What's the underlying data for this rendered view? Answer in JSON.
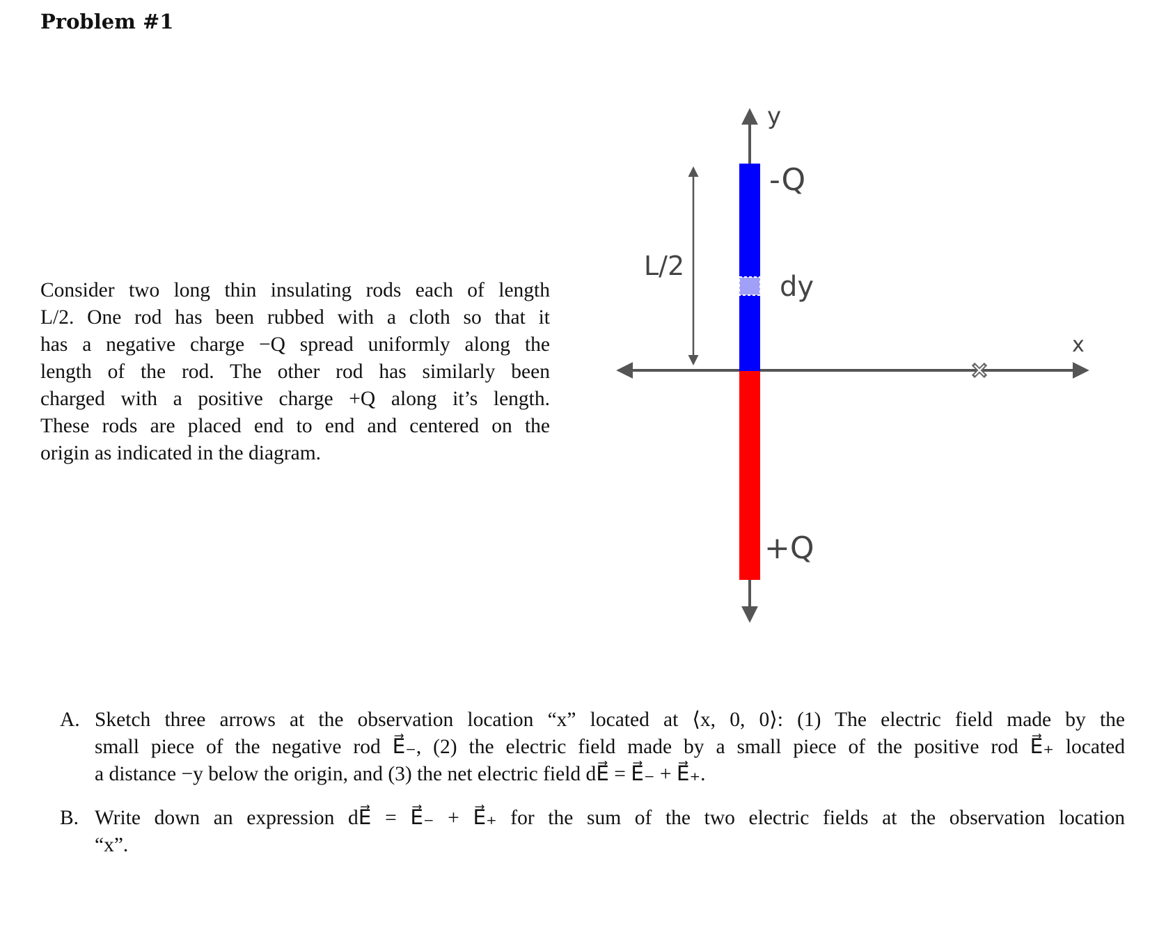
{
  "title": "Problem #1",
  "intro": {
    "lines": [
      "Consider two long thin insulating rods each of length",
      "L/2. One rod has been rubbed with a cloth so that it",
      "has a negative charge −Q spread uniformly along the",
      "length of the rod.  The other rod has similarly been",
      "charged with a positive charge +Q along it’s length.",
      "These rods are placed end to end and centered on the",
      "origin as indicated in the diagram."
    ]
  },
  "diagram": {
    "y_axis_label": "y",
    "x_axis_label": "x",
    "neg_rod_label": "-Q",
    "pos_rod_label": "+Q",
    "length_label": "L/2",
    "element_label": "dy",
    "neg_rod_color": "#0000ff",
    "pos_rod_color": "#ff0000",
    "element_color": "#a0a0f8",
    "axis_color": "#555555",
    "observation_marker": "x-mark-icon"
  },
  "questions": [
    {
      "marker": "A.",
      "lines": [
        "Sketch three arrows at the observation location “x” located at ⟨x, 0, 0⟩: (1) The electric field made by the",
        "small piece of the negative rod E⃗₋, (2) the electric field made by a small piece of the positive rod E⃗₊ located",
        "a distance −y below the origin, and (3) the net electric field dE⃗ = E⃗₋ + E⃗₊."
      ]
    },
    {
      "marker": "B.",
      "lines": [
        "Write down an expression dE⃗ = E⃗₋ + E⃗₊ for the sum of the two electric fields at the observation location",
        "“x”."
      ]
    }
  ]
}
